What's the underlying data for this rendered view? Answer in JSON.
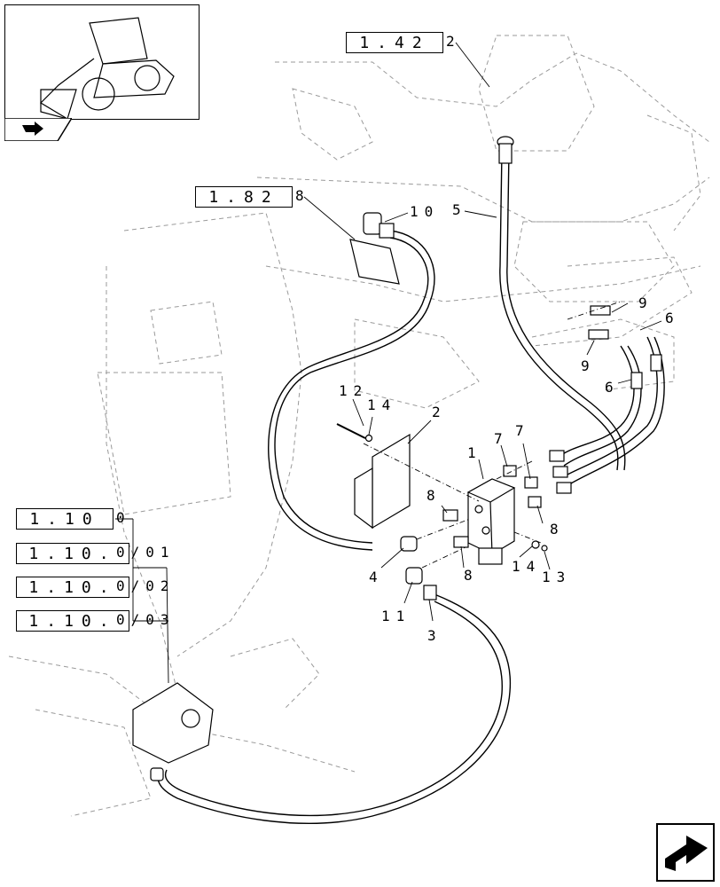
{
  "references": [
    {
      "box": "1.42",
      "suffix": "2"
    },
    {
      "box": "1.82",
      "suffix": "8"
    },
    {
      "box": "1.10",
      "suffix": "0"
    },
    {
      "box": "1.10.",
      "suffix": "0/01"
    },
    {
      "box": "1.10.",
      "suffix": "0/02"
    },
    {
      "box": "1.10.",
      "suffix": "0/03"
    }
  ],
  "callouts": [
    "10",
    "5",
    "9",
    "6",
    "9",
    "6",
    "12",
    "14",
    "2",
    "1",
    "7",
    "7",
    "8",
    "8",
    "8",
    "4",
    "14",
    "13",
    "11",
    "3"
  ],
  "icons": {
    "thumbnail": "loader-thumbnail-icon",
    "back": "back-arrow-icon",
    "next": "next-page-icon"
  }
}
